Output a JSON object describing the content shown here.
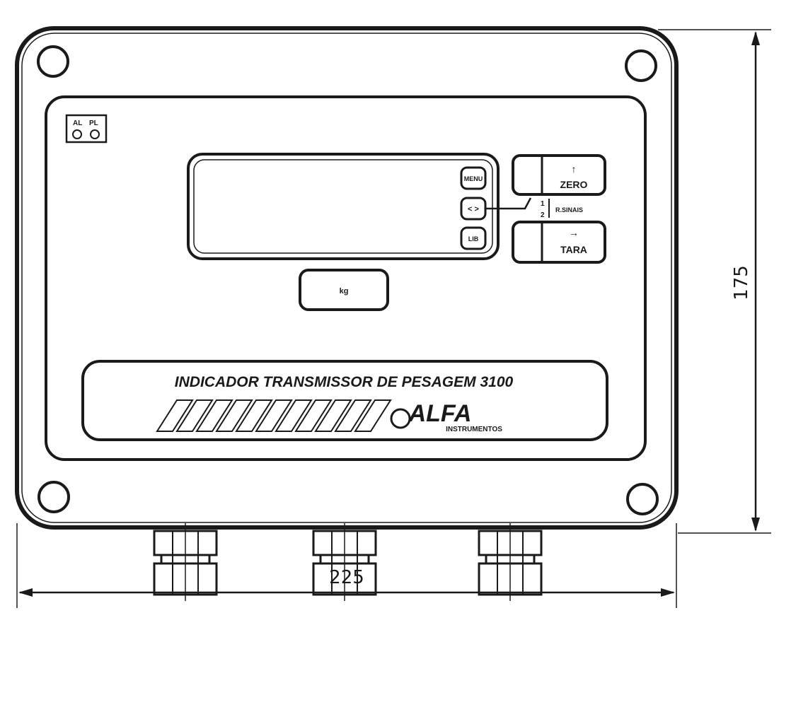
{
  "drawing": {
    "dimensions": {
      "width": "225",
      "height": "175"
    },
    "title_text": "INDICADOR TRANSMISSOR DE PESAGEM 3100",
    "brand": {
      "name": "ALFA",
      "subtitle": "INSTRUMENTOS"
    },
    "keys": {
      "zero": "ZERO",
      "tara": "TARA",
      "selector_label": "R.SINAIS"
    },
    "display_buttons": {
      "top": "MENU",
      "middle": "< >",
      "bottom": "LIB"
    },
    "unit_label": "kg",
    "status_labels": {
      "left": "AL",
      "right": "PL"
    },
    "selector_numbers": [
      "1",
      "2"
    ]
  }
}
